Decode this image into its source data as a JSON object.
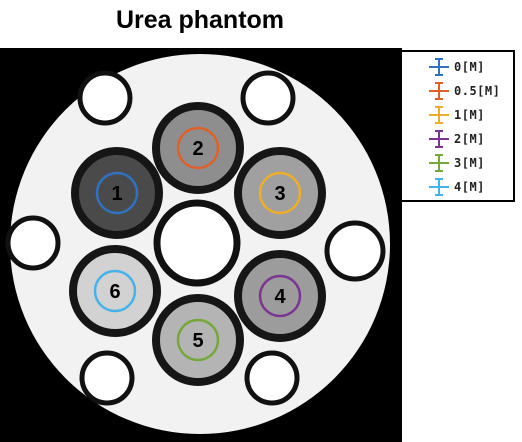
{
  "title": "Urea phantom",
  "legend": [
    {
      "label": "0[M]",
      "color": "#2F72C1"
    },
    {
      "label": "0.5[M]",
      "color": "#E0602A"
    },
    {
      "label": "1[M]",
      "color": "#EFAE2A"
    },
    {
      "label": "2[M]",
      "color": "#7D3391"
    },
    {
      "label": "3[M]",
      "color": "#74A83A"
    },
    {
      "label": "4[M]",
      "color": "#45B3EA"
    }
  ],
  "vials": [
    {
      "number": "1",
      "color": "#2F72C1",
      "fill": "#4a4a4a"
    },
    {
      "number": "2",
      "color": "#E0602A",
      "fill": "#8e8e8e"
    },
    {
      "number": "3",
      "color": "#EFAE2A",
      "fill": "#a0a0a0"
    },
    {
      "number": "4",
      "color": "#7D3391",
      "fill": "#9c9c9c"
    },
    {
      "number": "5",
      "color": "#74A83A",
      "fill": "#b4b4b4"
    },
    {
      "number": "6",
      "color": "#45B3EA",
      "fill": "#d2d2d2"
    }
  ]
}
